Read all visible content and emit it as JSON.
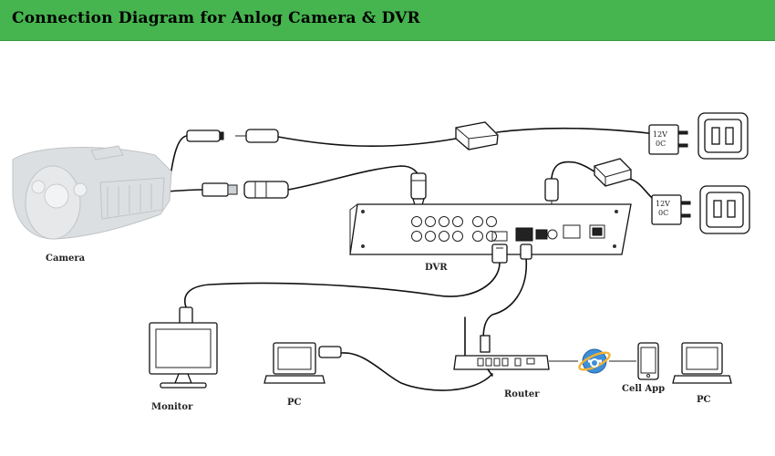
{
  "header": {
    "title": "Connection Diagram for Anlog Camera & DVR",
    "background": "#46b44f"
  },
  "labels": {
    "camera": "Camera",
    "dvr": "DVR",
    "monitor": "Monitor",
    "pc_left": "PC",
    "router": "Router",
    "cell_app": "Cell App",
    "pc_right": "PC"
  },
  "power_adapters": {
    "top_line1": "12V",
    "top_line2": "0C",
    "bottom_line1": "12V",
    "bottom_line2": "0C"
  },
  "icons": [
    "camera-icon",
    "dvr-icon",
    "monitor-icon",
    "laptop-icon",
    "router-icon",
    "browser-icon",
    "phone-icon",
    "outlet-icon",
    "power-adapter-icon"
  ]
}
